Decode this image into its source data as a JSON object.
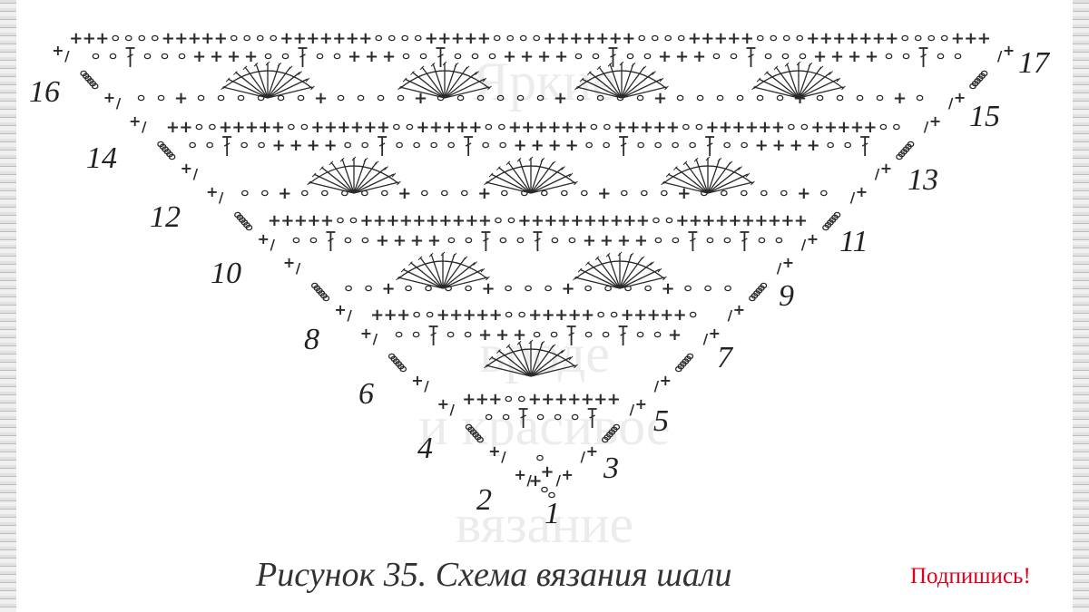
{
  "caption": "Рисунок 35. Схема вязания шали",
  "subscribe_text": "Подпишись!",
  "accent_color": "#e0001a",
  "watermark": {
    "line1": "Яркие",
    "line2": "вроде",
    "line3": "и красивое",
    "line4": "вязание"
  },
  "row_numbers": {
    "r1": "1",
    "r2": "2",
    "r3": "3",
    "r4": "4",
    "r5": "5",
    "r6": "6",
    "r7": "7",
    "r8": "8",
    "r9": "9",
    "r10": "10",
    "r11": "11",
    "r12": "12",
    "r13": "13",
    "r14": "14",
    "r15": "15",
    "r16": "16",
    "r17": "17"
  },
  "symbols": {
    "single_crochet": "+",
    "chain": "o",
    "treble": "†",
    "slip": "/"
  }
}
